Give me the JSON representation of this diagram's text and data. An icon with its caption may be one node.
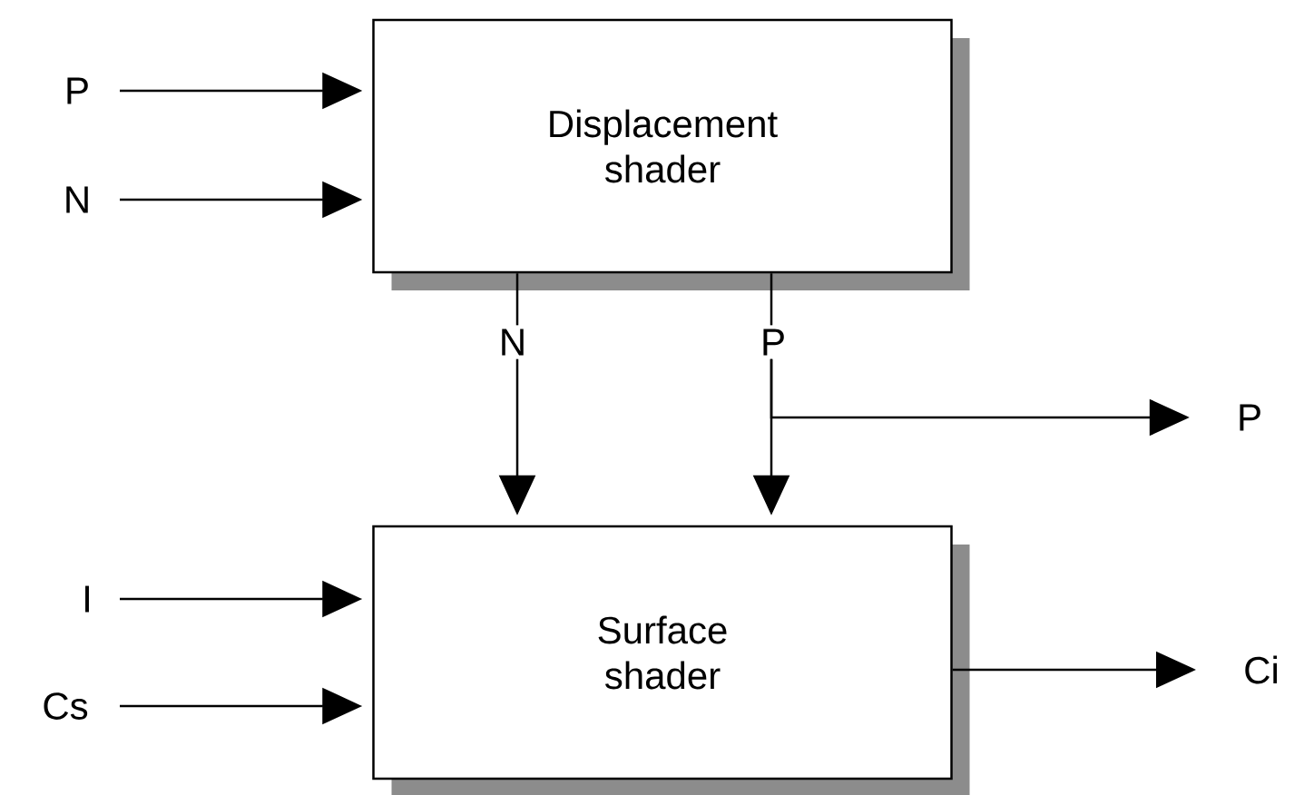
{
  "diagram": {
    "nodes": [
      {
        "text": [
          "P"
        ]
      },
      {
        "text": [
          "N"
        ]
      },
      {
        "text": [
          "Displacement shader"
        ]
      },
      {
        "text": [
          "N"
        ]
      },
      {
        "text": [
          "P"
        ]
      },
      {
        "text": [
          "P"
        ]
      },
      {
        "text": [
          "I"
        ]
      },
      {
        "text": [
          "Cs"
        ]
      },
      {
        "text": [
          "Surface shader"
        ]
      },
      {
        "text": [
          "Ci"
        ]
      }
    ],
    "edges": [
      {
        "from": 0,
        "to": 2,
        "arrow": "to"
      },
      {
        "from": 1,
        "to": 2,
        "arrow": "to"
      },
      {
        "from": 2,
        "to": 3,
        "arrow": "none"
      },
      {
        "from": 2,
        "to": 4,
        "arrow": "none"
      },
      {
        "from": 3,
        "to": 8,
        "arrow": "to"
      },
      {
        "from": 4,
        "to": 8,
        "arrow": "to"
      },
      {
        "from": 4,
        "to": 5,
        "arrow": "to"
      },
      {
        "from": 6,
        "to": 8,
        "arrow": "to"
      },
      {
        "from": 7,
        "to": 8,
        "arrow": "to"
      },
      {
        "from": 8,
        "to": 9,
        "arrow": "to"
      }
    ]
  }
}
